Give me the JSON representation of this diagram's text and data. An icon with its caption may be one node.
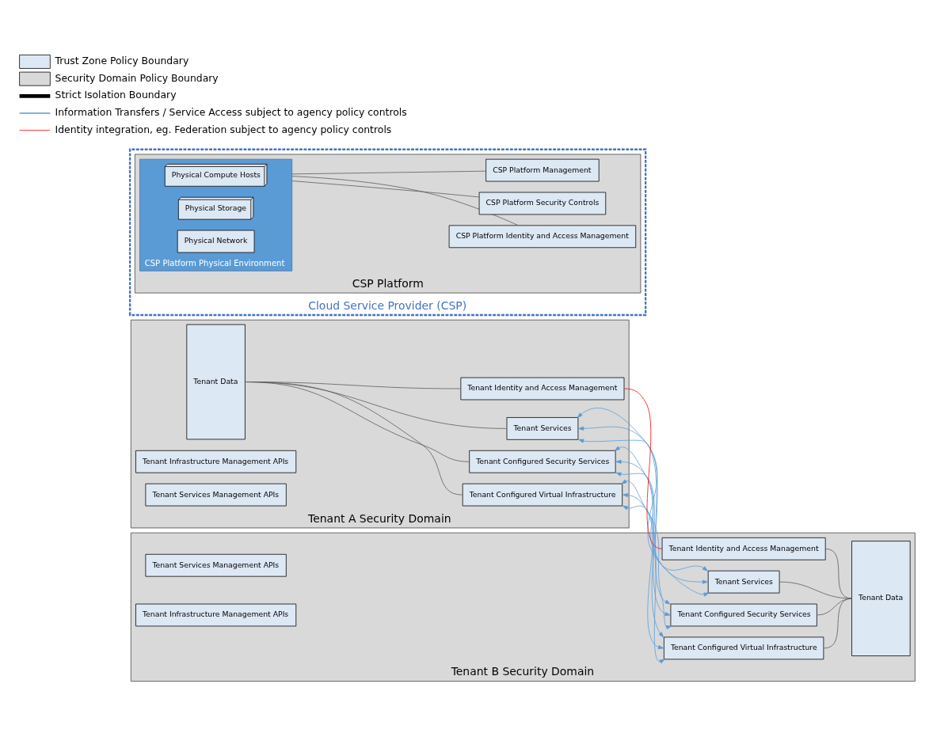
{
  "diagram": {
    "nodes": [
      {
        "text": [
          "Tenant A Security Domain"
        ]
      },
      {
        "text": [
          "Tenant Data"
        ],
        "in": 0
      },
      {
        "text": [
          "Tenant Services"
        ],
        "in": 0
      },
      {
        "text": [
          "Tenant Configured Security Services"
        ],
        "in": 0
      },
      {
        "text": [
          "Tenant Configured Virtual Infrastructure"
        ],
        "in": 0
      },
      {
        "text": [
          "Tenant Identity and Access Management"
        ],
        "in": 0
      },
      {
        "text": [
          "Tenant Infrastructure Management APIs"
        ],
        "in": 0
      },
      {
        "text": [
          "Tenant Services Management APIs"
        ],
        "in": 0
      },
      {
        "text": [
          "Tenant B Security Domain"
        ]
      },
      {
        "text": [
          "Tenant Services"
        ],
        "in": 8
      },
      {
        "text": [
          "Tenant Configured Security Services"
        ],
        "in": 8
      },
      {
        "text": [
          "Tenant Configured Virtual Infrastructure"
        ],
        "in": 8
      },
      {
        "text": [
          "Tenant Identity and Access Management"
        ],
        "in": 8
      },
      {
        "text": [
          "Tenant Data"
        ],
        "in": 8
      },
      {
        "text": [
          "Tenant Services Management APIs"
        ],
        "in": 8
      },
      {
        "text": [
          "Tenant Infrastructure Management APIs"
        ],
        "in": 8
      },
      {
        "text": [
          "Cloud Service Provider (CSP)"
        ]
      },
      {
        "text": [
          "CSP Platform"
        ],
        "in": 16
      },
      {
        "text": [
          "CSP Platform Physical Environment"
        ],
        "in": 17
      },
      {
        "text": [
          "Physical Compute Hosts"
        ],
        "in": 18
      },
      {
        "text": [
          "Physical Storage"
        ],
        "in": 18
      },
      {
        "text": [
          "Physical Network"
        ],
        "in": 18
      },
      {
        "text": [
          "CSP Platform Identity and Access Management"
        ],
        "in": 17
      },
      {
        "text": [
          "CSP Platform Security Controls"
        ],
        "in": 17
      },
      {
        "text": [
          "CSP Platform Management"
        ],
        "in": 17
      }
    ],
    "edges": [
      {
        "from": 1,
        "to": 2,
        "arrow": "none"
      },
      {
        "from": 1,
        "to": 3,
        "arrow": "none"
      },
      {
        "from": 1,
        "to": 4,
        "arrow": "none"
      },
      {
        "from": 1,
        "to": 5,
        "arrow": "none"
      },
      {
        "from": 2,
        "to": 9,
        "arrow": "both",
        "color": "#5b9bd5"
      },
      {
        "from": 2,
        "to": 10,
        "arrow": "both",
        "color": "#5b9bd5"
      },
      {
        "from": 2,
        "to": 11,
        "arrow": "both",
        "color": "#5b9bd5"
      },
      {
        "from": 3,
        "to": 9,
        "arrow": "both",
        "color": "#5b9bd5"
      },
      {
        "from": 3,
        "to": 10,
        "arrow": "both",
        "color": "#5b9bd5"
      },
      {
        "from": 3,
        "to": 11,
        "arrow": "both",
        "color": "#5b9bd5"
      },
      {
        "from": 4,
        "to": 9,
        "arrow": "both",
        "color": "#5b9bd5"
      },
      {
        "from": 4,
        "to": 10,
        "arrow": "both",
        "color": "#5b9bd5"
      },
      {
        "from": 4,
        "to": 11,
        "arrow": "both",
        "color": "#5b9bd5"
      },
      {
        "from": 5,
        "to": 12,
        "arrow": "none",
        "color": "#ff0000"
      },
      {
        "from": 9,
        "to": 13,
        "arrow": "none"
      },
      {
        "from": 10,
        "to": 13,
        "arrow": "none"
      },
      {
        "from": 11,
        "to": 13,
        "arrow": "none"
      },
      {
        "from": 12,
        "to": 13,
        "arrow": "none"
      },
      {
        "from": 18,
        "to": 22,
        "arrow": "none"
      },
      {
        "from": 18,
        "to": 23,
        "arrow": "none"
      },
      {
        "from": 18,
        "to": 24,
        "arrow": "none"
      }
    ],
    "legend": [
      {
        "text": "Trust Zone Policy Boundary",
        "color": "#dde8f5"
      },
      {
        "text": "Security Domain Policy Boundary",
        "color": "#d9d9d9"
      },
      {
        "text": "Strict Isolation Boundary"
      },
      {
        "text": "Information Transfers / Service Access subject to agency policy controls"
      },
      {
        "text": "Identity integration, eg. Federation subject to agency policy controls"
      }
    ]
  }
}
